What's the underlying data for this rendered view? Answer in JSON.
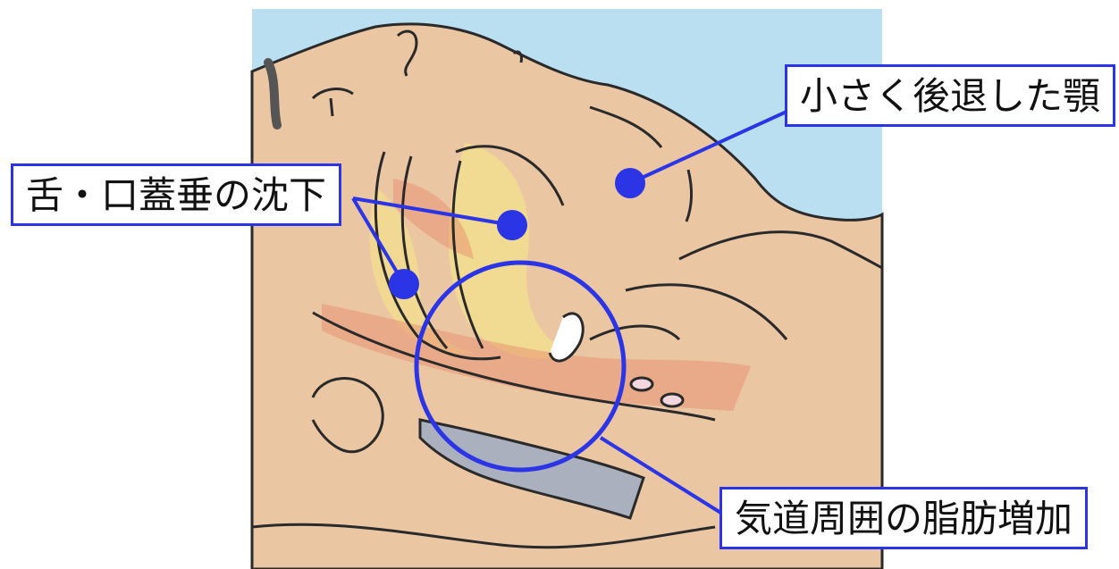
{
  "labels": {
    "jaw": "小さく後退した顎",
    "tongue": "舌・口蓋垂の沈下",
    "fat": "気道周囲の脂肪増加"
  },
  "colors": {
    "sky": "#b9dff0",
    "skin": "#ebc6a3",
    "outline": "#2a2a2a",
    "marker": "#2b35e6",
    "yellow_highlight": "#f3e08c",
    "red_highlight": "#e7876b",
    "cartilage": "#aab0bd"
  },
  "icons": [
    "sleeping-head-illustration",
    "airway-circle-marker",
    "pointer-dot"
  ]
}
